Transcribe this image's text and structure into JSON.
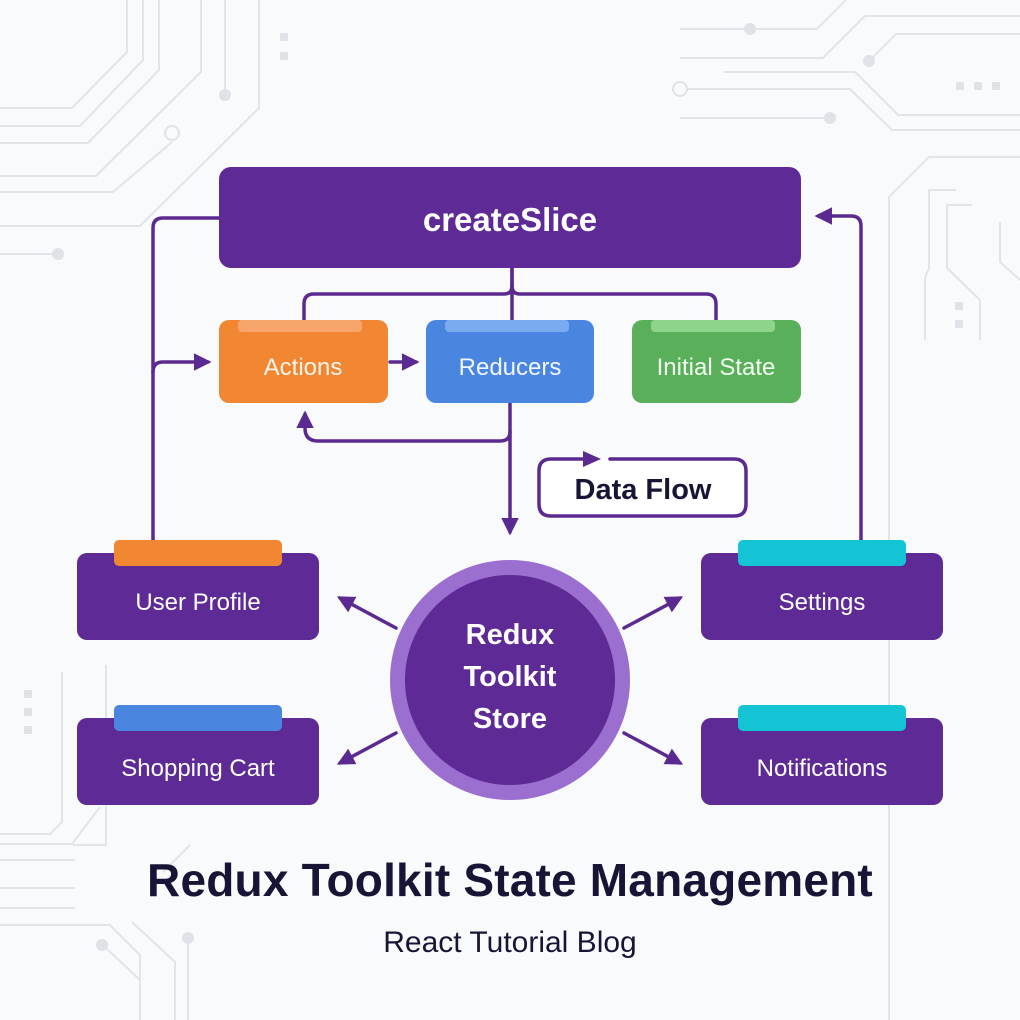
{
  "diagram": {
    "title": "Redux Toolkit State Management",
    "subtitle": "React Tutorial Blog",
    "colors": {
      "purple": "#5e2a96",
      "line": "#5a2a90",
      "store_ring": "#9b6fd0",
      "orange": "#f28733",
      "blue": "#4a86e0",
      "green": "#5aaf5a",
      "cyan": "#14c4d4",
      "text_dark": "#171535",
      "circuit": "#dde0e5"
    },
    "header_node": {
      "label": "createSlice"
    },
    "slice_parts": [
      {
        "id": "actions",
        "label": "Actions",
        "color": "#f28733",
        "tab": "#f7a56a"
      },
      {
        "id": "reducers",
        "label": "Reducers",
        "color": "#4a86e0",
        "tab": "#7aaaf0"
      },
      {
        "id": "initial-state",
        "label": "Initial State",
        "color": "#5aaf5a",
        "tab": "#8ed48a"
      }
    ],
    "data_flow_label": "Data Flow",
    "store": {
      "lines": [
        "Redux",
        "Toolkit",
        "Store"
      ]
    },
    "state_nodes": [
      {
        "id": "user-profile",
        "label": "User Profile",
        "tab_color": "#f28733"
      },
      {
        "id": "shopping-cart",
        "label": "Shopping Cart",
        "tab_color": "#4a86e0"
      },
      {
        "id": "settings",
        "label": "Settings",
        "tab_color": "#14c4d4"
      },
      {
        "id": "notifications",
        "label": "Notifications",
        "tab_color": "#14c4d4"
      }
    ]
  }
}
